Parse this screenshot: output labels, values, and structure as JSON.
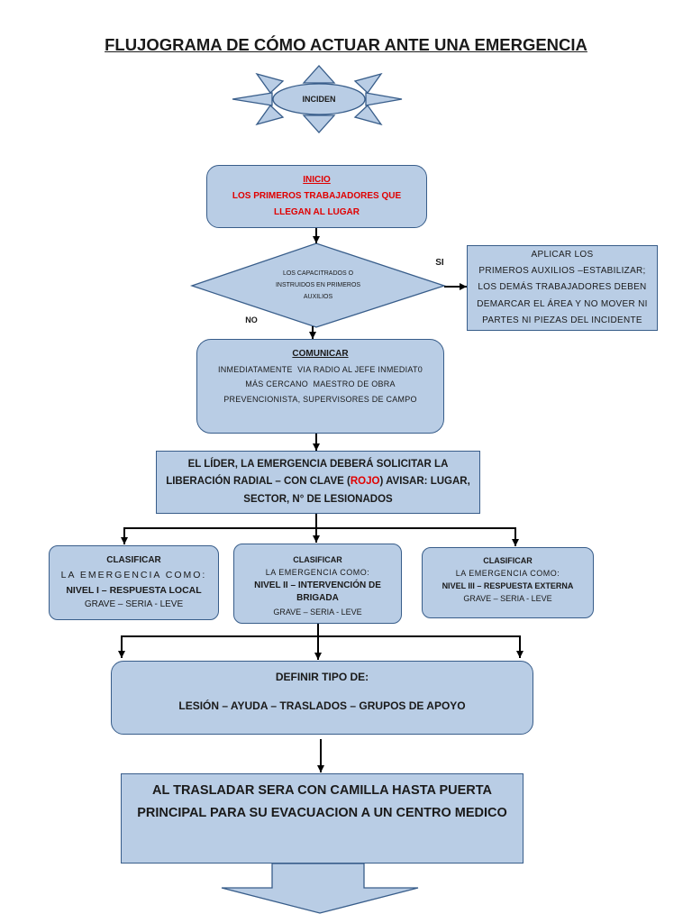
{
  "title": "FLUJOGRAMA DE CÓMO ACTUAR ANTE UNA EMERGENCIA",
  "incident": {
    "label": "INCIDEN"
  },
  "start": {
    "heading": "INICIO",
    "lines": [
      "LOS PRIMEROS TRABAJADORES QUE",
      "LLEGAN AL LUGAR"
    ]
  },
  "decision": {
    "lines": [
      "LOS CAPACITRADOS O",
      "INSTRUIDOS EN PRIMEROS",
      "AUXILIOS"
    ],
    "yes_label": "SI",
    "no_label": "NO"
  },
  "first_aid": {
    "lines": [
      "APLICAR LOS",
      "PRIMEROS AUXILIOS –ESTABILIZAR;",
      "LOS DEMÁS TRABAJADORES DEBEN",
      "DEMARCAR EL ÁREA Y NO MOVER NI",
      "PARTES NI PIEZAS DEL INCIDENTE"
    ]
  },
  "communicate": {
    "heading": "COMUNICAR",
    "lines": [
      "INMEDIATAMENTE  VIA RADIO AL JEFE INMEDIAT0",
      "MÁS CERCANO  MAESTRO DE OBRA",
      "PREVENCIONISTA, SUPERVISORES DE CAMPO"
    ]
  },
  "leader": {
    "line1": "EL LÍDER, LA EMERGENCIA DEBERÁ SOLICITAR LA",
    "line2_before": "LIBERACIÓN RADIAL – CON CLAVE (",
    "code_word": "ROJO",
    "line2_after": ") AVISAR: LUGAR,",
    "line3": "SECTOR, N° DE LESIONADOS"
  },
  "levels": [
    {
      "heading": "CLASIFICAR",
      "subtitle": "LA EMERGENCIA COMO:",
      "level_lines": [
        "NIVEL I – RESPUESTA LOCAL"
      ],
      "severity": "GRAVE – SERIA - LEVE"
    },
    {
      "heading": "CLASIFICAR",
      "subtitle": "LA EMERGENCIA COMO:",
      "level_lines": [
        "NIVEL II – INTERVENCIÓN DE",
        "BRIGADA"
      ],
      "severity": "GRAVE – SERIA - LEVE"
    },
    {
      "heading": "CLASIFICAR",
      "subtitle": "LA EMERGENCIA COMO:",
      "level_lines": [
        "NIVEL III – RESPUESTA EXTERNA"
      ],
      "severity": "GRAVE – SERIA - LEVE"
    }
  ],
  "define": {
    "heading": "DEFINIR TIPO DE:",
    "types": "LESIÓN – AYUDA – TRASLADOS – GRUPOS DE APOYO"
  },
  "transfer": {
    "lines": [
      "AL TRASLADAR SERA CON CAMILLA HASTA PUERTA",
      "PRINCIPAL PARA SU EVACUACION A UN CENTRO MEDICO"
    ]
  },
  "colors": {
    "box_fill": "#b9cde5",
    "box_border": "#385d8a",
    "text": "#1a1a1a",
    "highlight_red": "#e00000",
    "connector": "#000000"
  }
}
